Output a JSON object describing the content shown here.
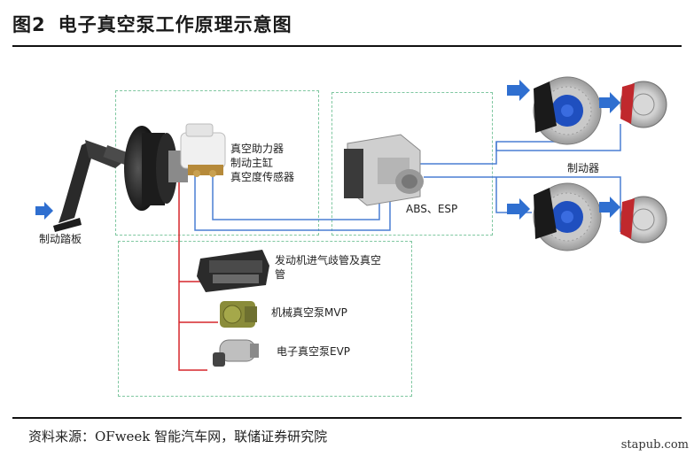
{
  "figure": {
    "title_num": "图2",
    "title_text": "电子真空泵工作原理示意图"
  },
  "labels": {
    "booster_line1": "真空助力器",
    "booster_line2": "制动主缸",
    "booster_line3": "真空度传感器",
    "pedal": "制动踏板",
    "abs": "ABS、ESP",
    "brake": "制动器",
    "intake_line1": "发动机进气歧管及真空",
    "intake_line2": "管",
    "mvp": "机械真空泵MVP",
    "evp": "电子真空泵EVP"
  },
  "colors": {
    "blue_line": "#4a7fd4",
    "red_line": "#d6262b",
    "box_border": "#7fc7a0",
    "arrow": "#2f6fd0"
  },
  "footer": {
    "source": "资料来源：OFweek 智能汽车网，联储证券研究院",
    "watermark": "stapub.com"
  }
}
